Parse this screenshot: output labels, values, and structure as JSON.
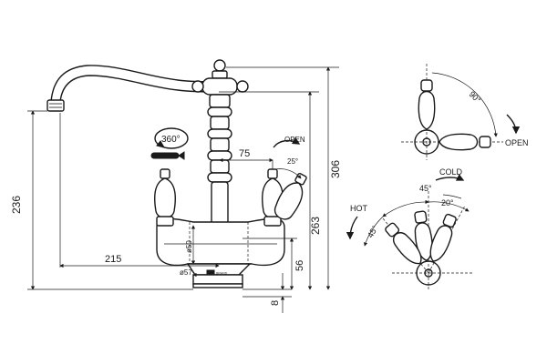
{
  "dimensions": {
    "height_total": "306",
    "height_handles": "263",
    "height_spout": "236",
    "spout_reach": "215",
    "handle_offset": "75",
    "base_height": "56",
    "deck_thickness": "8",
    "body_diameter": "ø50",
    "base_diameter": "ø57",
    "swivel": "360°"
  },
  "angles": {
    "side_open": "25°",
    "top_open": "90°",
    "cold_small": "20°",
    "cold_large": "45°",
    "hot": "45°"
  },
  "labels": {
    "open_side": "OPEN",
    "open_top": "OPEN",
    "cold": "COLD",
    "hot": "HOT",
    "brand": "BRAND"
  },
  "colors": {
    "ink": "#1a1a1a",
    "paper": "#ffffff"
  },
  "icons": [
    "rotation-arrow-icon",
    "direction-arrow-icon"
  ]
}
